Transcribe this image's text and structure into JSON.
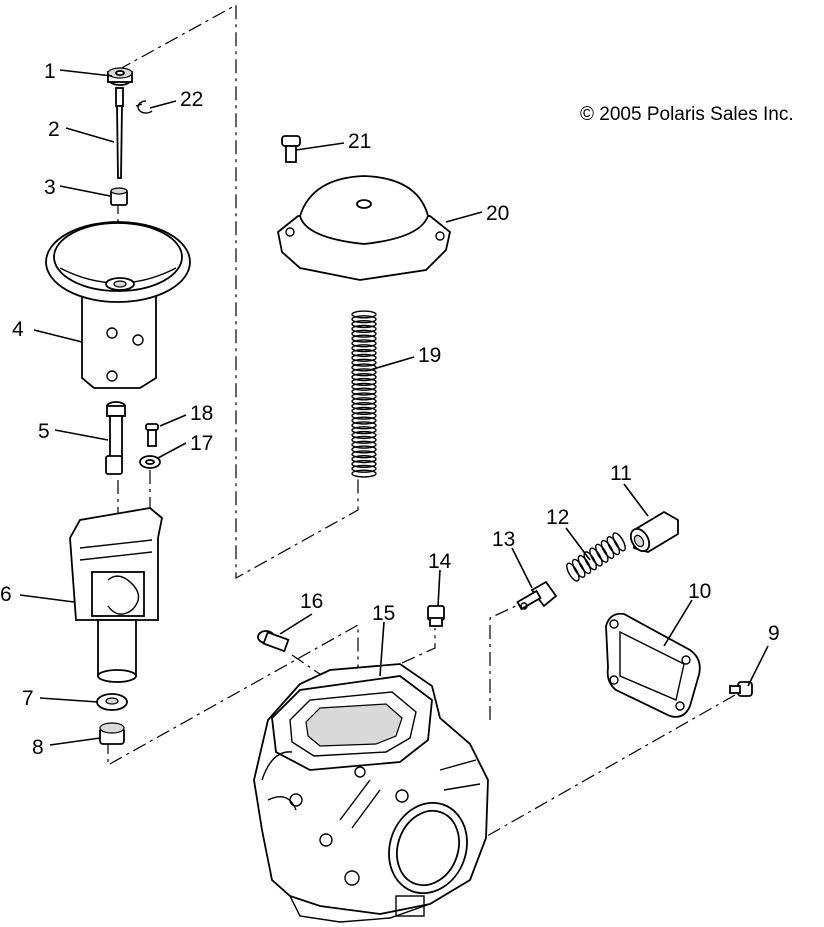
{
  "copyright": "© 2005 Polaris Sales Inc.",
  "callouts": [
    {
      "id": "c1",
      "label": "1",
      "part": "needle-cap"
    },
    {
      "id": "c2",
      "label": "2",
      "part": "jet-needle"
    },
    {
      "id": "c3",
      "label": "3",
      "part": "needle-spacer"
    },
    {
      "id": "c4",
      "label": "4",
      "part": "diaphragm-piston"
    },
    {
      "id": "c5",
      "label": "5",
      "part": "throttle-shaft"
    },
    {
      "id": "c6",
      "label": "6",
      "part": "slide-holder"
    },
    {
      "id": "c7",
      "label": "7",
      "part": "washer"
    },
    {
      "id": "c8",
      "label": "8",
      "part": "nut"
    },
    {
      "id": "c9",
      "label": "9",
      "part": "cover-screw"
    },
    {
      "id": "c10",
      "label": "10",
      "part": "side-cover"
    },
    {
      "id": "c11",
      "label": "11",
      "part": "plunger-cap"
    },
    {
      "id": "c12",
      "label": "12",
      "part": "plunger-spring"
    },
    {
      "id": "c13",
      "label": "13",
      "part": "starter-plunger"
    },
    {
      "id": "c14",
      "label": "14",
      "part": "pilot-jet"
    },
    {
      "id": "c15",
      "label": "15",
      "part": "carburetor-body"
    },
    {
      "id": "c16",
      "label": "16",
      "part": "idle-screw"
    },
    {
      "id": "c17",
      "label": "17",
      "part": "lock-washer"
    },
    {
      "id": "c18",
      "label": "18",
      "part": "small-screw"
    },
    {
      "id": "c19",
      "label": "19",
      "part": "piston-spring"
    },
    {
      "id": "c20",
      "label": "20",
      "part": "top-cover"
    },
    {
      "id": "c21",
      "label": "21",
      "part": "cover-bolt"
    },
    {
      "id": "c22",
      "label": "22",
      "part": "e-clip"
    }
  ]
}
